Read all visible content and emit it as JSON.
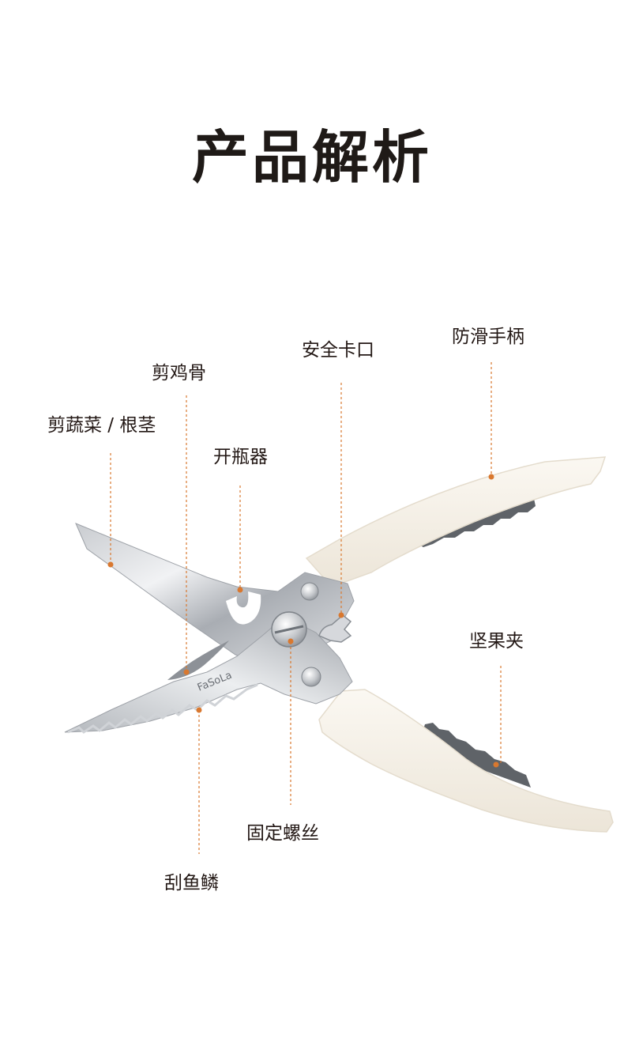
{
  "title": "产品解析",
  "brand_mark": "FaSoLa",
  "accent_color": "#d9782f",
  "handle_color": "#f6f1e7",
  "labels": {
    "cut_vegetables": "剪蔬菜 / 根茎",
    "cut_chicken_bone": "剪鸡骨",
    "bottle_opener": "开瓶器",
    "safety_lock": "安全卡口",
    "anti_slip_handle": "防滑手柄",
    "nut_cracker": "坚果夹",
    "fixing_screw": "固定螺丝",
    "fish_scaler": "刮鱼鳞"
  }
}
